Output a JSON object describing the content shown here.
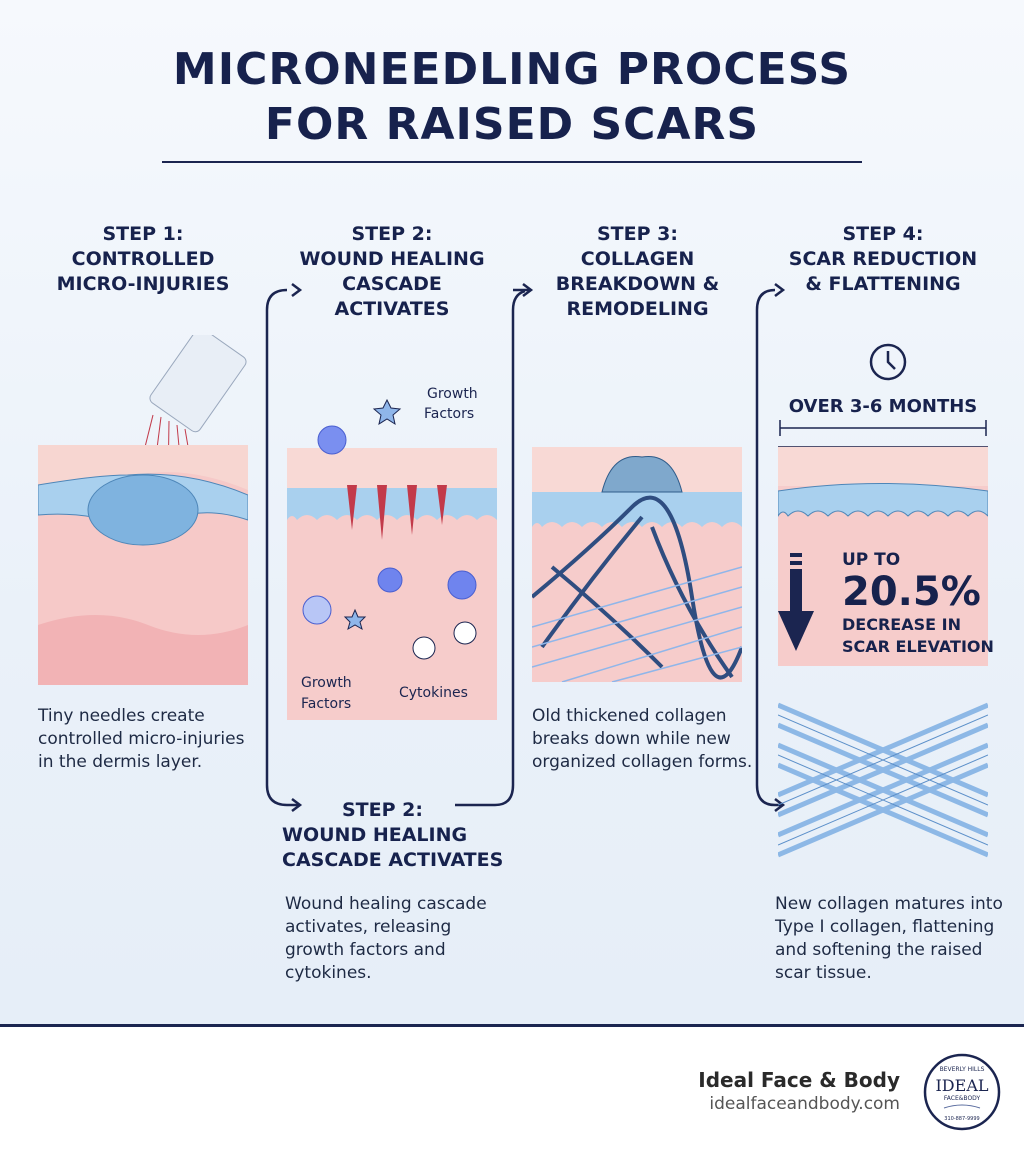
{
  "title": {
    "line1": "MICRONEEDLING PROCESS",
    "line2": "FOR RAISED SCARS"
  },
  "steps": [
    {
      "number": "STEP 1:",
      "heading": [
        "CONTROLLED",
        "MICRO-INJURIES"
      ],
      "description": "Tiny needles create controlled micro-injuries in the dermis layer."
    },
    {
      "number": "STEP 2:",
      "heading": [
        "WOUND HEALING",
        "CASCADE",
        "ACTIVATES"
      ],
      "labels": {
        "growth_top": [
          "Growth",
          "Factors"
        ],
        "growth_bottom": [
          "Growth",
          "Factors"
        ],
        "cytokines": "Cytokines"
      },
      "repeat_number": "STEP 2:",
      "repeat_heading": [
        "WOUND HEALING",
        "CASCADE ACTIVATES"
      ],
      "description": "Wound healing cascade activates, releasing growth factors and cytokines."
    },
    {
      "number": "STEP 3:",
      "heading": [
        "COLLAGEN",
        "BREAKDOWN &",
        "REMODELING"
      ],
      "description": "Old thickened collagen breaks down while new organized collagen forms."
    },
    {
      "number": "STEP 4:",
      "heading": [
        "SCAR REDUCTION",
        "& FLATTENING"
      ],
      "timeframe": "OVER 3-6 MONTHS",
      "stat": {
        "prefix": "UP TO",
        "value": "20.5%",
        "suffix": [
          "DECREASE IN",
          "SCAR ELEVATION"
        ]
      },
      "description": "New collagen matures into Type I collagen, flattening and softening the raised scar tissue."
    }
  ],
  "footer": {
    "brand": "Ideal Face & Body",
    "url": "idealfaceandbody.com",
    "logo": {
      "top": "BEVERLY HILLS",
      "main": "IDEAL",
      "sub": "FACE&BODY",
      "phone": "310-887-9999"
    }
  },
  "colors": {
    "navy": "#17224d",
    "skin": "#f6c9c8",
    "dermis_blue": "#a9d0ee",
    "epidermis": "#f2b3b5"
  },
  "icons": [
    "microneedle-pen-icon",
    "clock-icon",
    "down-arrow-icon",
    "growth-factor-star-icon",
    "cell-icon"
  ]
}
